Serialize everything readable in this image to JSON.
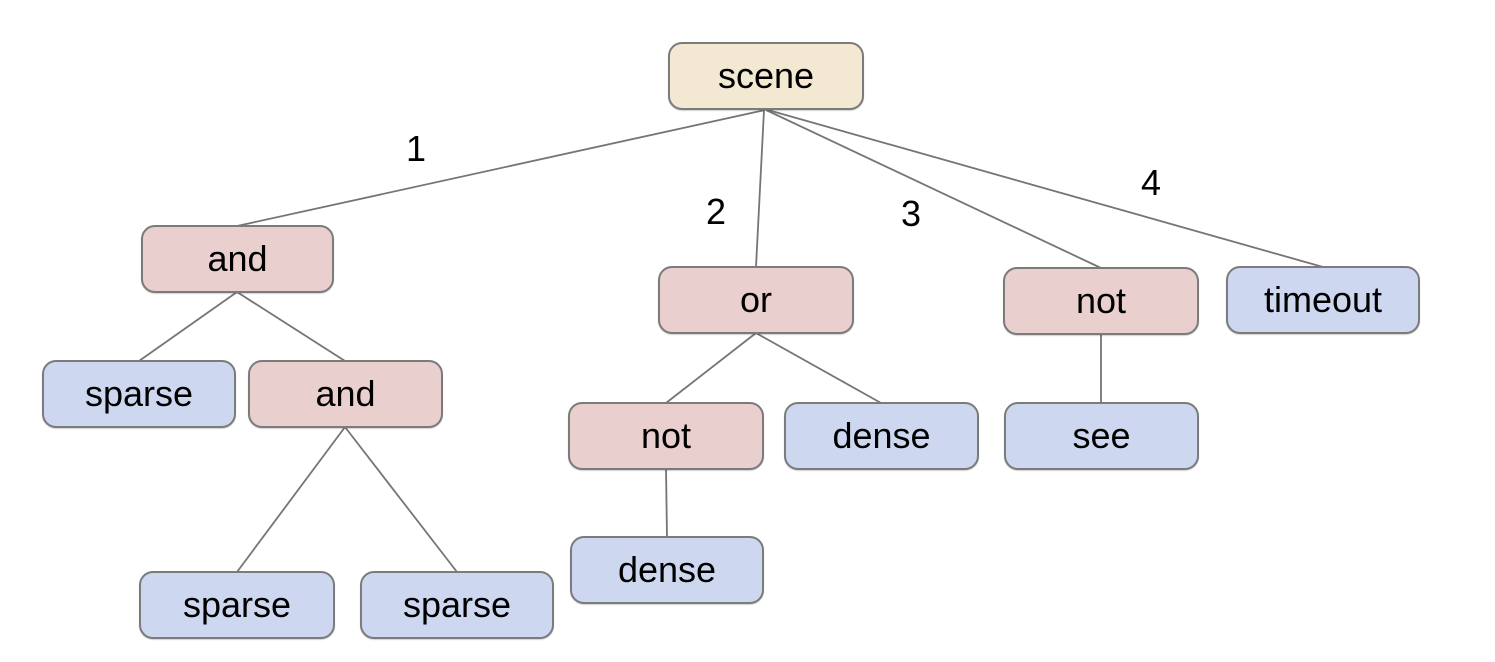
{
  "diagram": {
    "type": "tree",
    "root": "scene"
  },
  "colors": {
    "canvas_bg": "#ffffff",
    "root_fill": "#f3e8d2",
    "operator_fill": "#e9cfce",
    "leaf_fill": "#cdd8f0",
    "node_border": "#7b7b7b",
    "edge_stroke": "#757575",
    "text": "#000000"
  },
  "nodes": [
    {
      "id": "scene",
      "label": "scene",
      "kind": "root"
    },
    {
      "id": "and-1",
      "label": "and",
      "kind": "operator"
    },
    {
      "id": "or-1",
      "label": "or",
      "kind": "operator"
    },
    {
      "id": "not-1",
      "label": "not",
      "kind": "operator"
    },
    {
      "id": "timeout-1",
      "label": "timeout",
      "kind": "leaf"
    },
    {
      "id": "sparse-1",
      "label": "sparse",
      "kind": "leaf"
    },
    {
      "id": "and-2",
      "label": "and",
      "kind": "operator"
    },
    {
      "id": "not-2",
      "label": "not",
      "kind": "operator"
    },
    {
      "id": "dense-1",
      "label": "dense",
      "kind": "leaf"
    },
    {
      "id": "see-1",
      "label": "see",
      "kind": "leaf"
    },
    {
      "id": "sparse-2",
      "label": "sparse",
      "kind": "leaf"
    },
    {
      "id": "sparse-3",
      "label": "sparse",
      "kind": "leaf"
    },
    {
      "id": "dense-2",
      "label": "dense",
      "kind": "leaf"
    }
  ],
  "edges": [
    {
      "from": "scene",
      "to": "and-1",
      "label": "1"
    },
    {
      "from": "scene",
      "to": "or-1",
      "label": "2"
    },
    {
      "from": "scene",
      "to": "not-1",
      "label": "3"
    },
    {
      "from": "scene",
      "to": "timeout-1",
      "label": "4"
    },
    {
      "from": "and-1",
      "to": "sparse-1"
    },
    {
      "from": "and-1",
      "to": "and-2"
    },
    {
      "from": "and-2",
      "to": "sparse-2"
    },
    {
      "from": "and-2",
      "to": "sparse-3"
    },
    {
      "from": "or-1",
      "to": "not-2"
    },
    {
      "from": "or-1",
      "to": "dense-1"
    },
    {
      "from": "not-2",
      "to": "dense-2"
    },
    {
      "from": "not-1",
      "to": "see-1"
    }
  ]
}
